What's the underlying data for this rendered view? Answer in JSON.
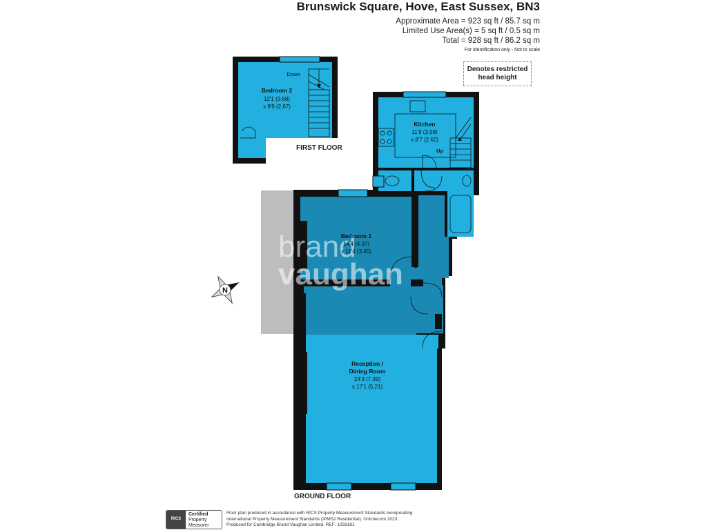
{
  "header": {
    "title": "Brunswick Square, Hove, East Sussex, BN3",
    "approx_area": "Approximate Area = 923 sq ft / 85.7 sq m",
    "limited_use": "Limited Use Area(s) = 5 sq ft / 0.5 sq m",
    "total": "Total = 928 sq ft / 86.2 sq m",
    "disclaimer": "For identification only - Not to scale"
  },
  "legend": {
    "line1": "Denotes restricted",
    "line2": "head height"
  },
  "floors": {
    "first": "FIRST FLOOR",
    "ground": "GROUND FLOOR"
  },
  "rooms": {
    "bedroom2": {
      "name": "Bedroom 2",
      "dim1": "12'1 (3.68)",
      "dim2": "x 8'9 (2.67)",
      "stair": "Down"
    },
    "kitchen": {
      "name": "Kitchen",
      "dim1": "11'9 (3.58)",
      "dim2": "x 8'7 (2.62)",
      "stair": "Up"
    },
    "bedroom1": {
      "name": "Bedroom 1",
      "dim1": "14'4 (4.37)",
      "dim2": "x 11'4 (3.45)"
    },
    "reception": {
      "name1": "Reception /",
      "name2": "Dining Room",
      "dim1": "24'3 (7.39)",
      "dim2": "x 17'1 (5.21)"
    }
  },
  "watermark": {
    "line1": "brand",
    "line2": "vaughan"
  },
  "compass": {
    "label": "N"
  },
  "footer": {
    "badge_line1": "Certified",
    "badge_line2": "Property",
    "badge_line3": "Measurer",
    "badge_seal": "RICS",
    "text1": "Floor plan produced in accordance with RICS Property Measurement Standards incorporating",
    "text2": "International Property Measurement Standards (IPMS2 Residential).  ©nichecom 2023.",
    "text3": "Produced for Cambridge Brand Vaughan Limited.  REF: 1058181"
  },
  "colors": {
    "room": "#22b0e0",
    "room_dark": "#1a8ab4",
    "wall": "#111111",
    "watermark_bg": "#bdbdbd"
  }
}
